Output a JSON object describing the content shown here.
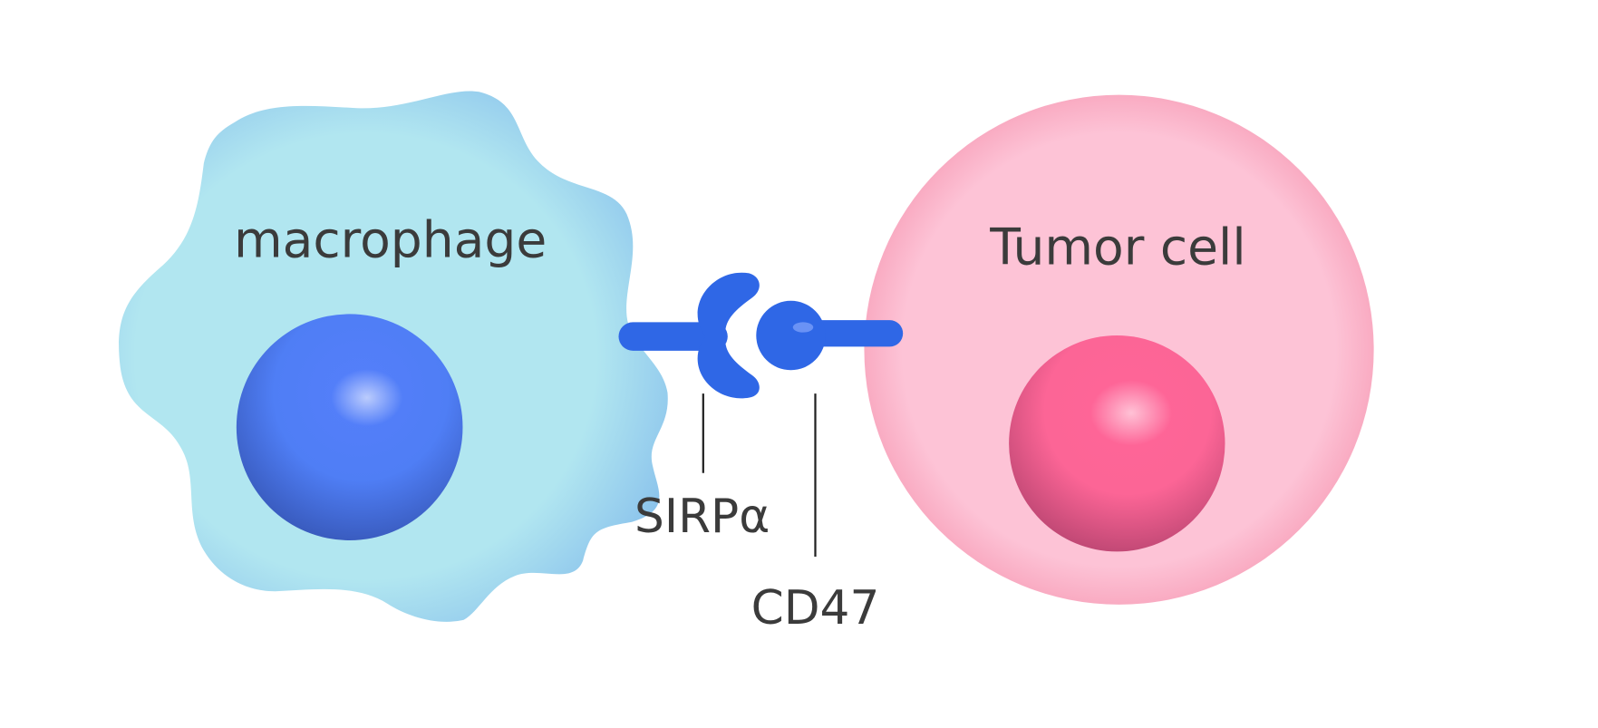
{
  "diagram": {
    "macrophage_label": "macrophage",
    "tumor_label": "Tumor cell",
    "receptor_label": "SIRPα",
    "ligand_label": "CD47"
  },
  "colors": {
    "macrophage_fill": "#b1e6f0",
    "macrophage_edge": "#8cc4ec",
    "macrophage_nucleus": "#4f7ef5",
    "tumor_fill": "#fdc3d6",
    "tumor_edge": "#f9a9c0",
    "tumor_nucleus": "#fc6596",
    "protein": "#2f67e6",
    "text": "#3b3b3b"
  }
}
